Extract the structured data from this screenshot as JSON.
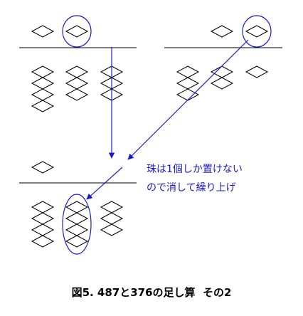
{
  "figure": {
    "caption": "図5. 487と376の足し算  その2",
    "annotation": {
      "line1": "珠は1個しか置けない",
      "line2": "ので消して繰り上げ"
    }
  },
  "colors": {
    "rod_line": "#000000",
    "bead_stroke": "#000000",
    "bead_fill": "#ffffff",
    "highlight": "#1a1acc",
    "caption_text": "#000000"
  },
  "abaci": [
    {
      "id": "abacus-487",
      "columns": [
        {
          "digit": 4,
          "heaven_beads": 1,
          "earth_beads": 4,
          "highlight": false
        },
        {
          "digit": 8,
          "heaven_beads": 1,
          "earth_beads": 3,
          "highlight": true
        },
        {
          "digit": 7,
          "heaven_beads": 0,
          "earth_beads": 3,
          "highlight": false
        }
      ]
    },
    {
      "id": "abacus-376",
      "columns": [
        {
          "digit": 3,
          "heaven_beads": 0,
          "earth_beads": 3,
          "highlight": false
        },
        {
          "digit": 7,
          "heaven_beads": 1,
          "earth_beads": 2,
          "highlight": false
        },
        {
          "digit": 6,
          "heaven_beads": 1,
          "earth_beads": 1,
          "highlight": true
        }
      ]
    },
    {
      "id": "abacus-result",
      "columns": [
        {
          "digit": 9,
          "heaven_beads": 1,
          "earth_beads": 4,
          "highlight": false
        },
        {
          "digit": 0,
          "heaven_beads": 0,
          "earth_beads": 4,
          "highlight": true
        },
        {
          "digit": 3,
          "heaven_beads": 0,
          "earth_beads": 3,
          "highlight": false
        }
      ]
    }
  ]
}
